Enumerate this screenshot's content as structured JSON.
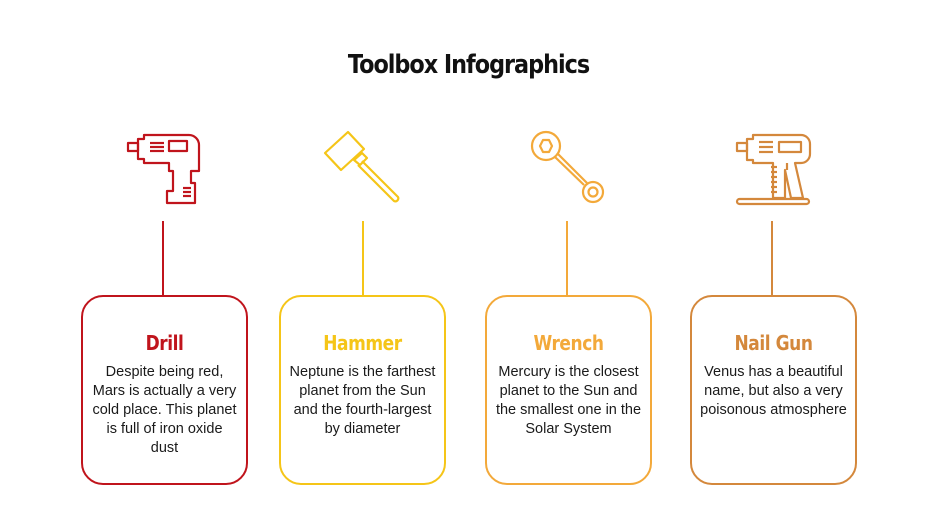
{
  "title": "Toolbox Infographics",
  "colors": {
    "drill": "#c0141c",
    "hammer": "#f5c518",
    "wrench": "#f3a93a",
    "nailgun": "#d4883c"
  },
  "items": [
    {
      "title": "Drill",
      "icon": "drill-icon",
      "text": "Despite being red, Mars is actually a very cold place. This planet is full of iron oxide dust"
    },
    {
      "title": "Hammer",
      "icon": "hammer-icon",
      "text": "Neptune is the farthest planet from the Sun and the fourth-largest by diameter"
    },
    {
      "title": "Wrench",
      "icon": "wrench-icon",
      "text": "Mercury is the closest planet to the Sun and the smallest one in the Solar System"
    },
    {
      "title": "Nail Gun",
      "icon": "nail-gun-icon",
      "text": "Venus has a beautiful name, but also a very poisonous atmosphere"
    }
  ]
}
